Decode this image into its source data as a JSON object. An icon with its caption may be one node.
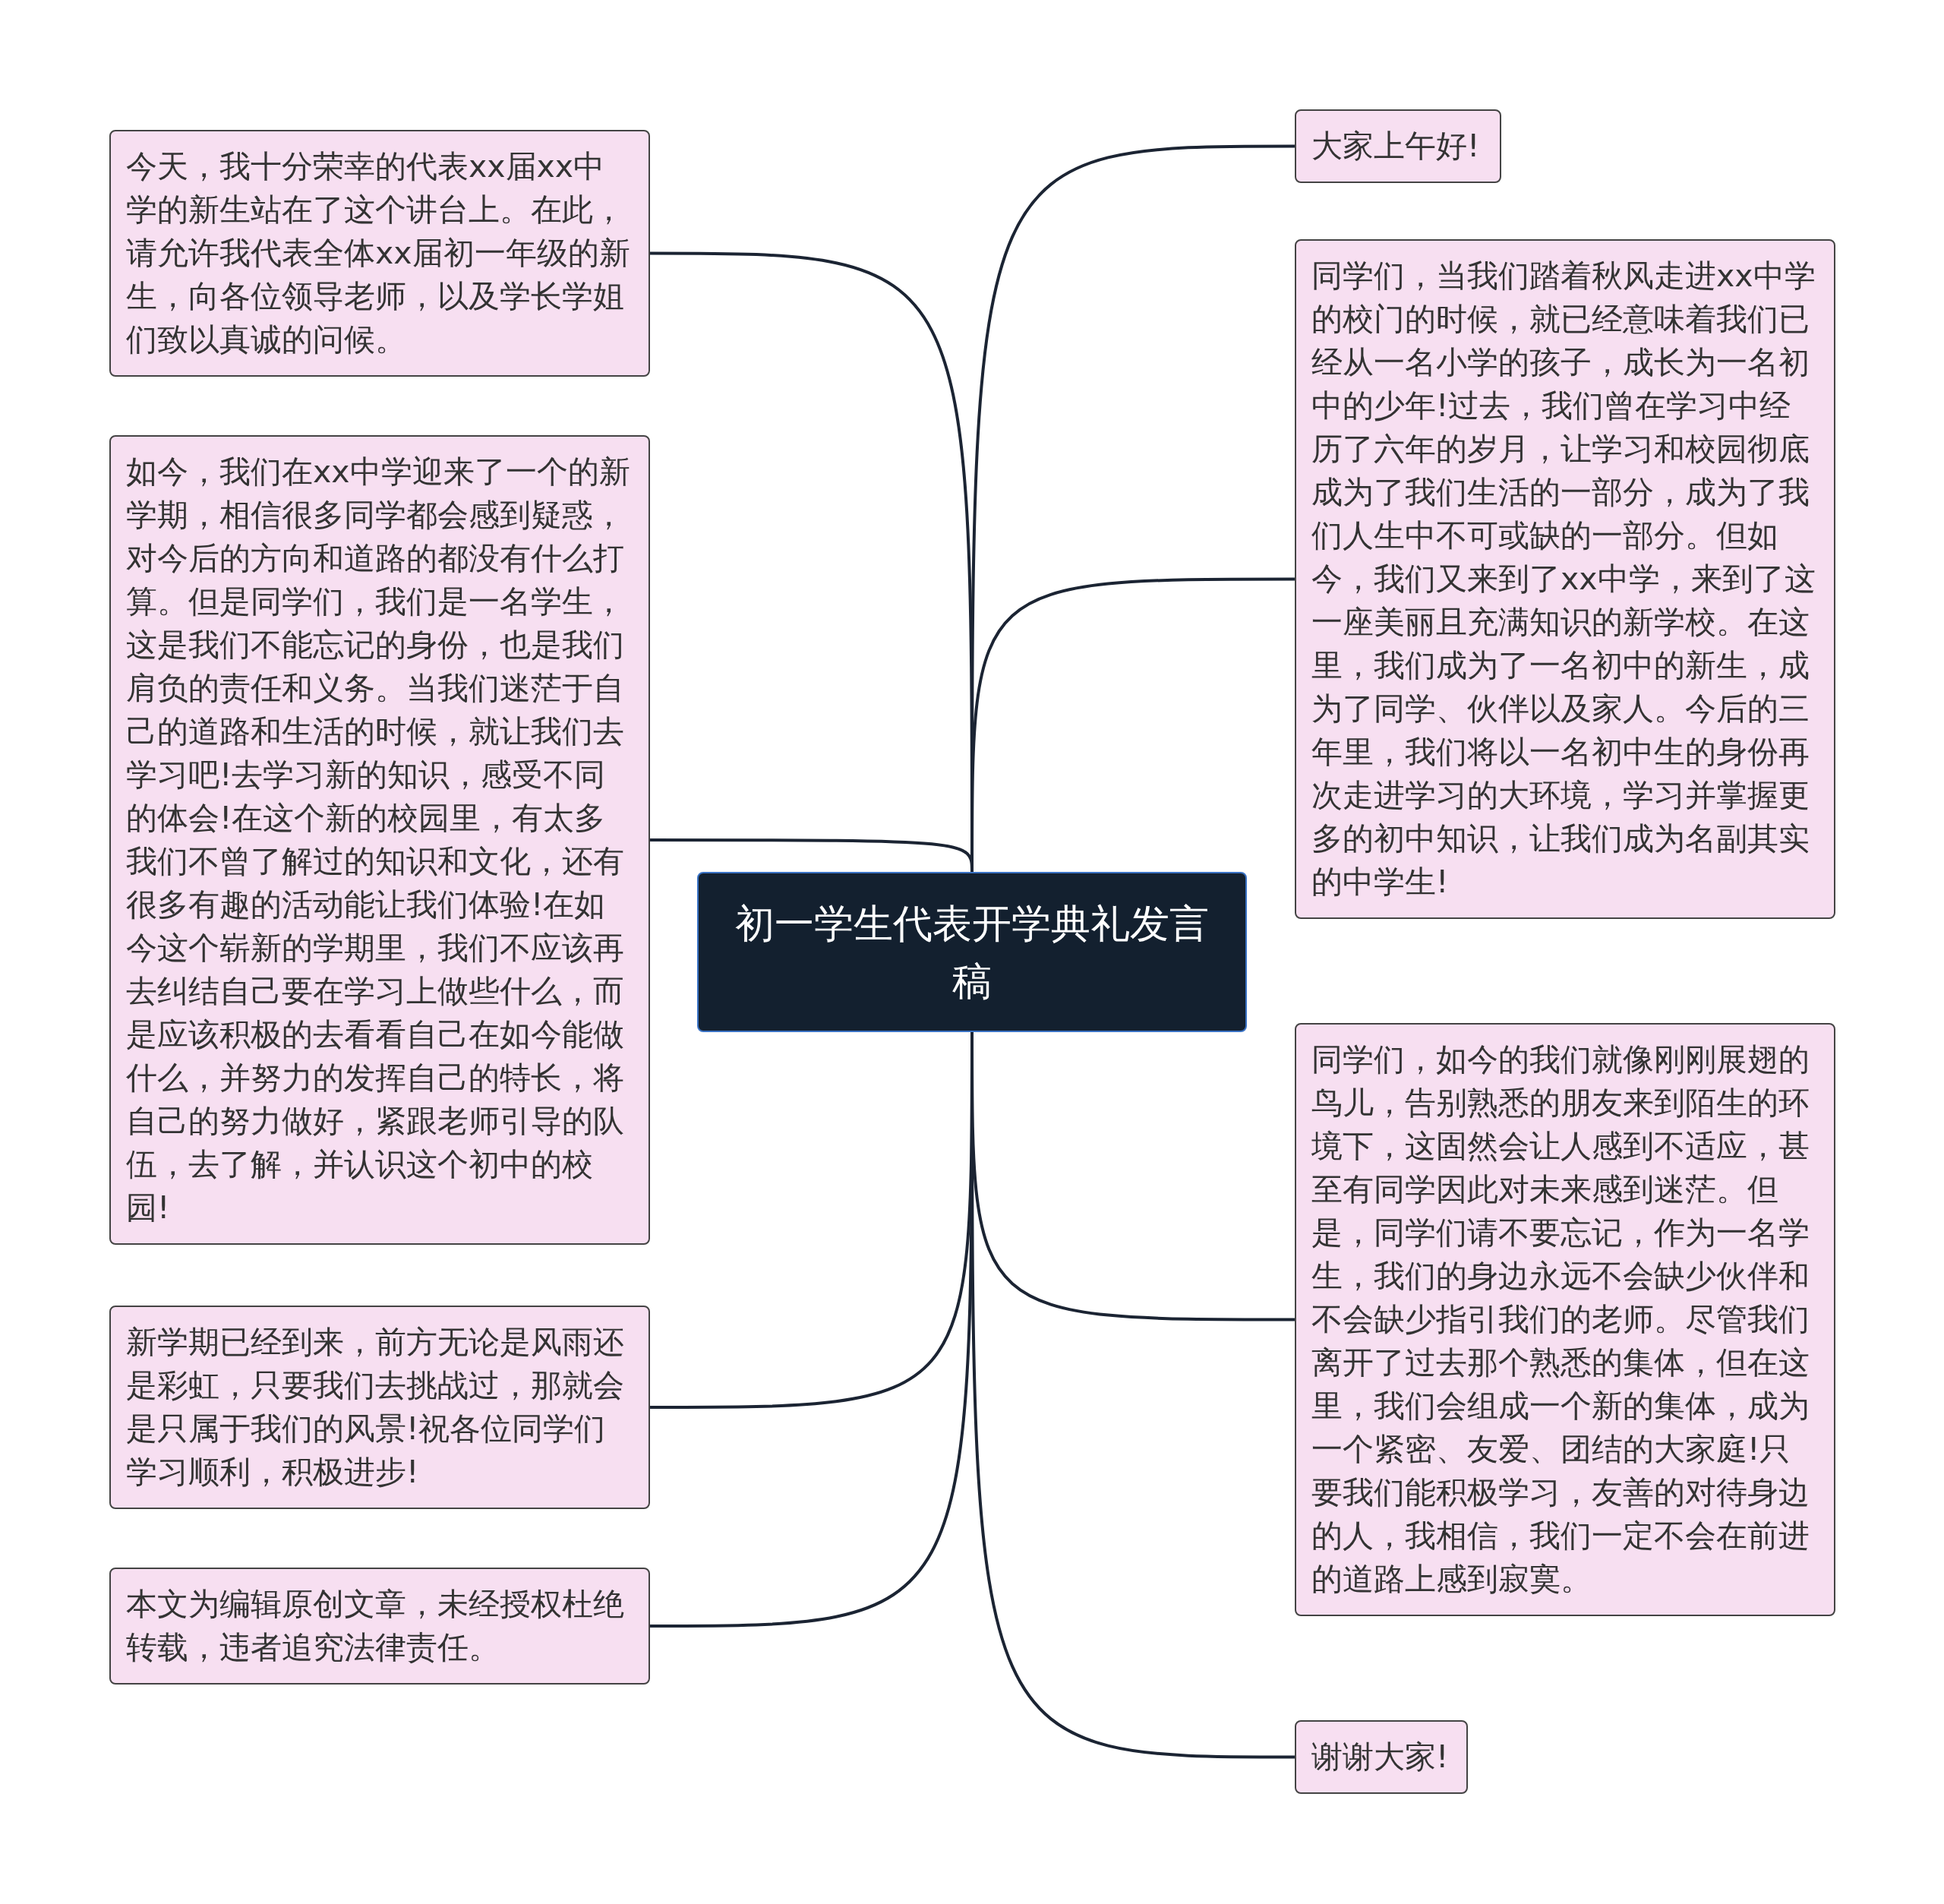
{
  "diagram": {
    "nodes": [
      {
        "text": [
          "初一学生代表开学典礼发言稿"
        ]
      },
      {
        "text": [
          "今天，我十分荣幸的代表xx届xx中学的新生站在了这个讲台上。在此，请允许我代表全体xx届初一年级的新生，向各位领导老师，以及学长学姐们致以真诚的问候。"
        ]
      },
      {
        "text": [
          "如今，我们在xx中学迎来了一个的新学期，相信很多同学都会感到疑惑，对今后的方向和道路的都没有什么打算。但是同学们，我们是一名学生，这是我们不能忘记的身份，也是我们肩负的责任和义务。当我们迷茫于自己的道路和生活的时候，就让我们去学习吧!去学习新的知识，感受不同的体会!在这个新的校园里，有太多我们不曾了解过的知识和文化，还有很多有趣的活动能让我们体验!在如今这个崭新的学期里，我们不应该再去纠结自己要在学习上做些什么，而是应该积极的去看看自己在如今能做什么，并努力的发挥自己的特长，将自己的努力做好，紧跟老师引导的队伍，去了解，并认识这个初中的校园!"
        ]
      },
      {
        "text": [
          "新学期已经到来，前方无论是风雨还是彩虹，只要我们去挑战过，那就会是只属于我们的风景!祝各位同学们学习顺利，积极进步!"
        ]
      },
      {
        "text": [
          "本文为编辑原创文章，未经授权杜绝转载，违者追究法律责任。"
        ]
      },
      {
        "text": [
          "大家上午好!"
        ]
      },
      {
        "text": [
          "同学们，当我们踏着秋风走进xx中学的校门的时候，就已经意味着我们已经从一名小学的孩子，成长为一名初中的少年!过去，我们曾在学习中经历了六年的岁月，让学习和校园彻底成为了我们生活的一部分，成为了我们人生中不可或缺的一部分。但如今，我们又来到了xx中学，来到了这一座美丽且充满知识的新学校。在这里，我们成为了一名初中的新生，成为了同学、伙伴以及家人。今后的三年里，我们将以一名初中生的身份再次走进学习的大环境，学习并掌握更多的初中知识，让我们成为名副其实的中学生!"
        ]
      },
      {
        "text": [
          "同学们，如今的我们就像刚刚展翅的鸟儿，告别熟悉的朋友来到陌生的环境下，这固然会让人感到不适应，甚至有同学因此对未来感到迷茫。但是，同学们请不要忘记，作为一名学生，我们的身边永远不会缺少伙伴和不会缺少指引我们的老师。尽管我们离开了过去那个熟悉的集体，但在这里，我们会组成一个新的集体，成为一个紧密、友爱、团结的大家庭!只要我们能积极学习，友善的对待身边的人，我相信，我们一定不会在前进的道路上感到寂寞。"
        ]
      },
      {
        "text": [
          "谢谢大家!"
        ]
      }
    ],
    "edges": [
      {
        "from": 0,
        "to": 1,
        "arrow": "none"
      },
      {
        "from": 0,
        "to": 2,
        "arrow": "none"
      },
      {
        "from": 0,
        "to": 3,
        "arrow": "none"
      },
      {
        "from": 0,
        "to": 4,
        "arrow": "none"
      },
      {
        "from": 0,
        "to": 5,
        "arrow": "none"
      },
      {
        "from": 0,
        "to": 6,
        "arrow": "none"
      },
      {
        "from": 0,
        "to": 7,
        "arrow": "none"
      },
      {
        "from": 0,
        "to": 8,
        "arrow": "none"
      }
    ]
  }
}
